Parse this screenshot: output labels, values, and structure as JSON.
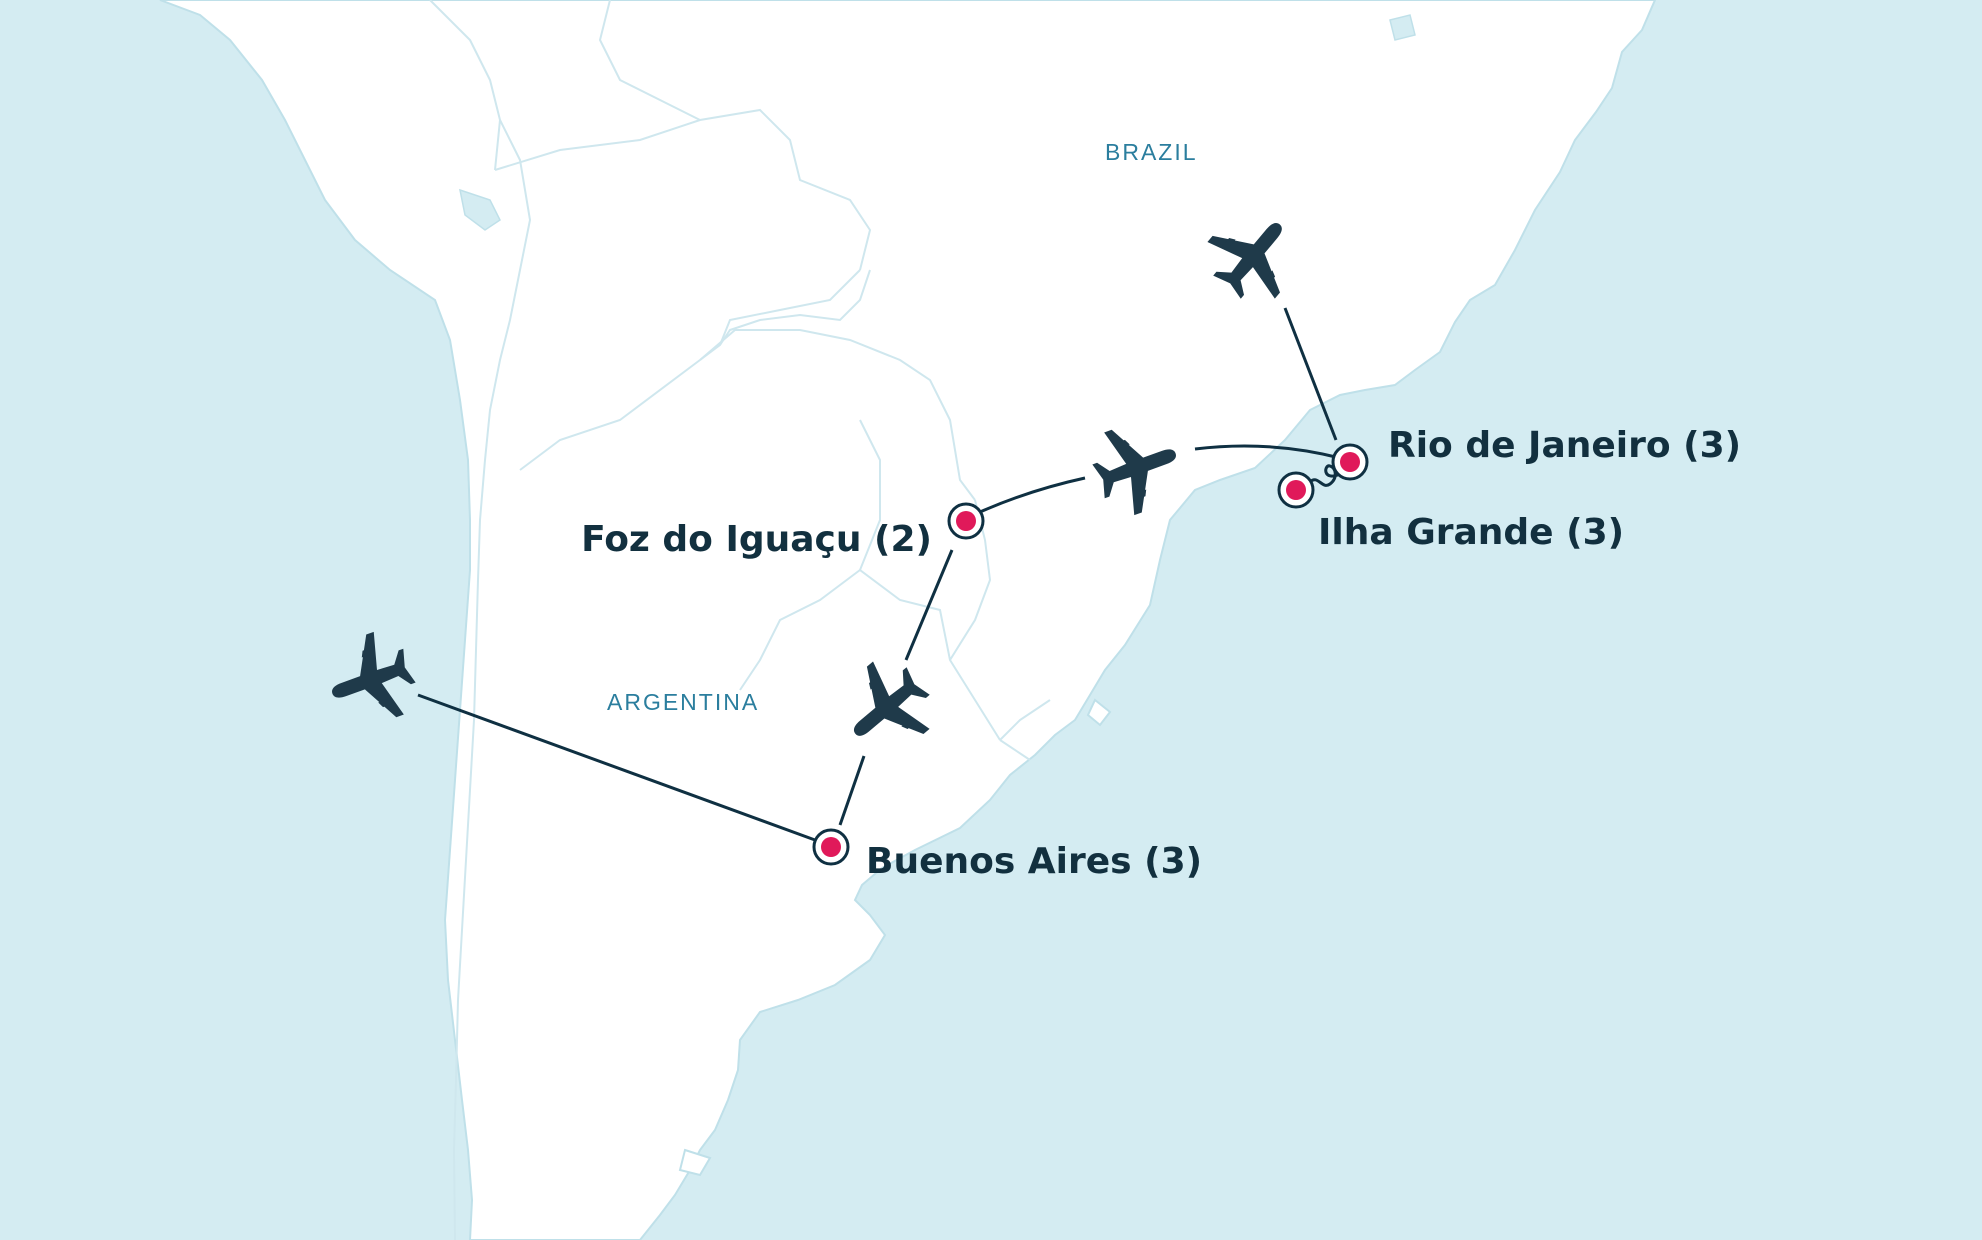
{
  "map": {
    "countries": [
      {
        "id": "brazil",
        "label": "BRAZIL"
      },
      {
        "id": "argentina",
        "label": "ARGENTINA"
      }
    ],
    "stops": [
      {
        "id": "rio",
        "label": "Rio de Janeiro (3)"
      },
      {
        "id": "ilha",
        "label": "Ilha Grande (3)"
      },
      {
        "id": "foz",
        "label": "Foz do Iguaçu (2)"
      },
      {
        "id": "buenos",
        "label": "Buenos Aires (3)"
      }
    ],
    "transport_icon": "plane-icon",
    "colors": {
      "sea": "#d4ecf2",
      "land": "#ffffff",
      "route": "#0f3042",
      "stop_marker": "#e0195a",
      "country_label": "#2b7e9e",
      "city_label": "#12303f"
    }
  }
}
